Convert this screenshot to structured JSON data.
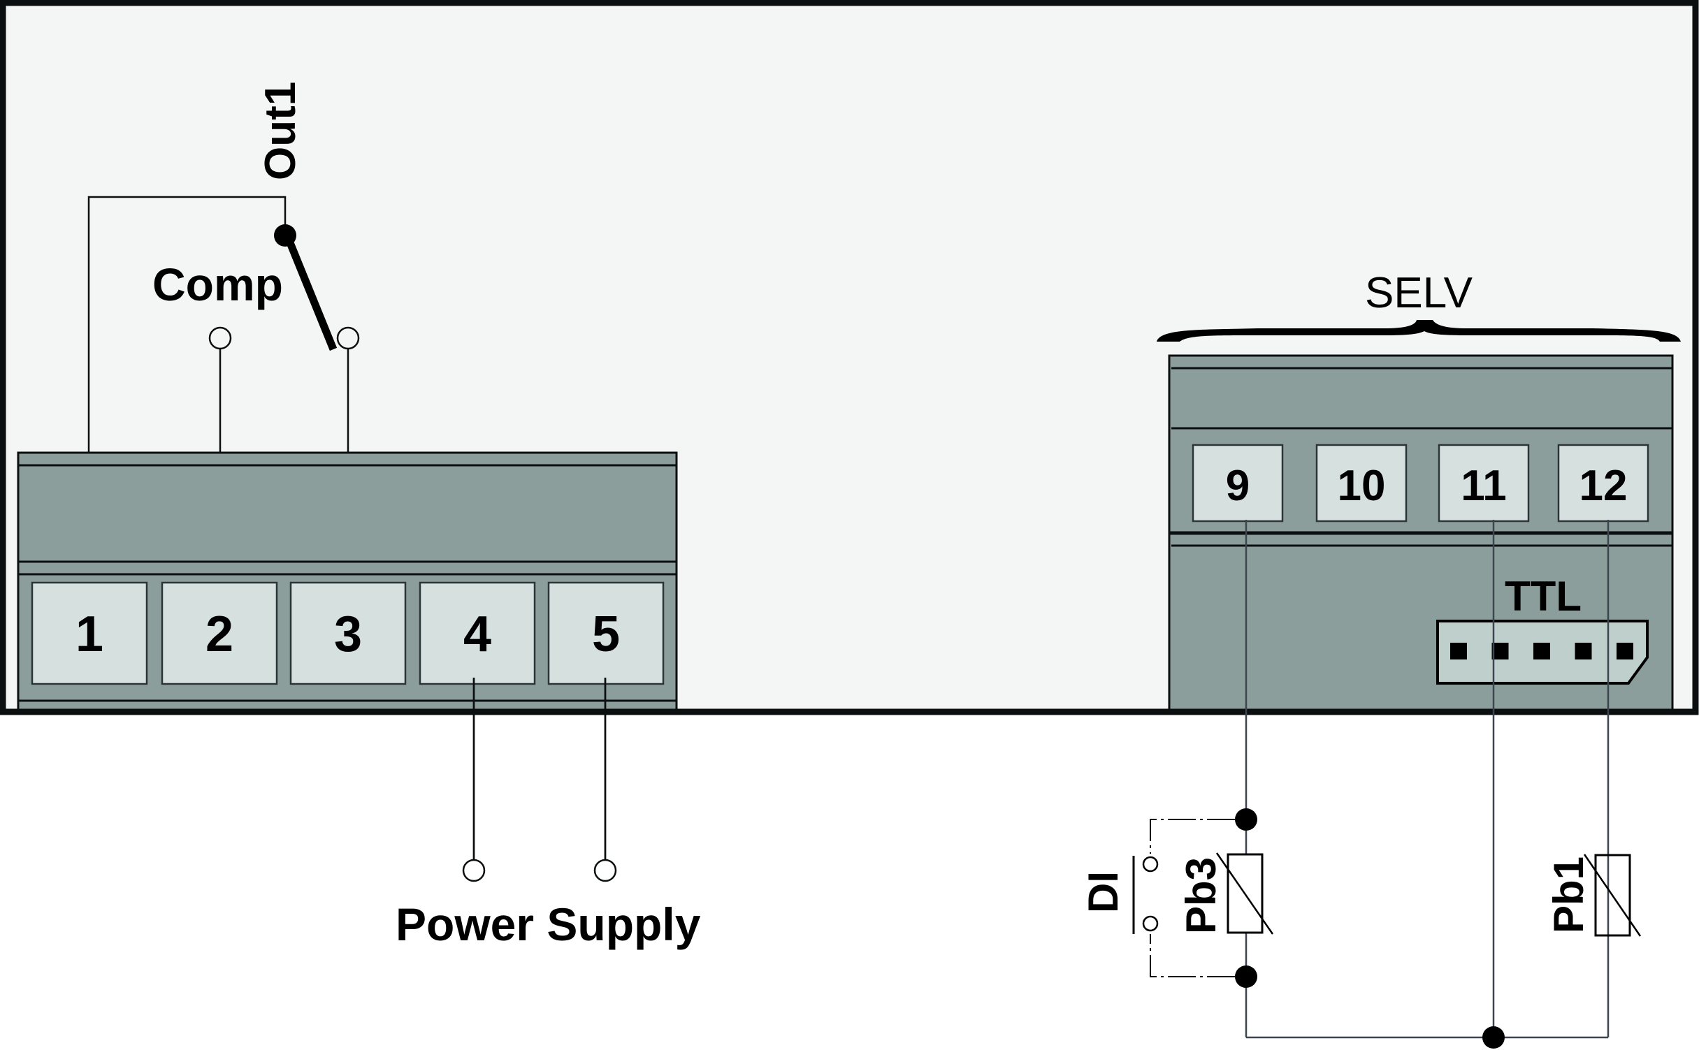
{
  "colors": {
    "enclosure_fill": "#f4f6f5",
    "block_fill": "#8b9e9b",
    "terminal_fill": "#d5e0df",
    "ttl_fill": "#bfcfcc",
    "stroke": "#0c0f10",
    "wire": "#3d4650"
  },
  "labels": {
    "out1": "Out1",
    "comp": "Comp",
    "selv": "SELV",
    "ttl": "TTL",
    "power_supply": "Power Supply",
    "di": "DI",
    "pb3": "Pb3",
    "pb1": "Pb1"
  },
  "left_terminals": [
    "1",
    "2",
    "3",
    "4",
    "5"
  ],
  "right_terminals": [
    "9",
    "10",
    "11",
    "12"
  ],
  "ttl_pins": 5
}
